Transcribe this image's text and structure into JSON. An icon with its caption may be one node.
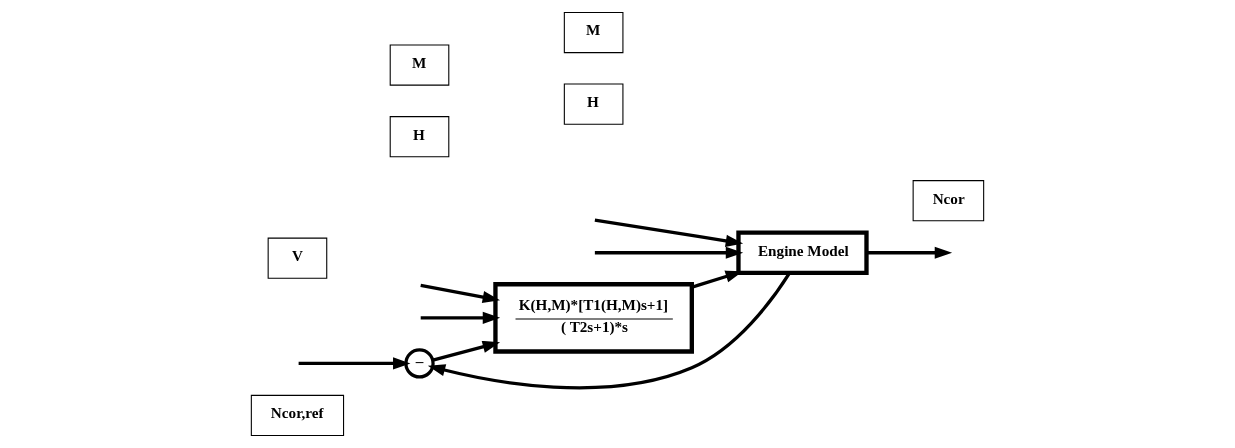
{
  "diagram": {
    "nodes": [
      {
        "text": [
          "Ncor,ref"
        ]
      },
      {
        "text": [
          "–"
        ]
      },
      {
        "text": [
          "H"
        ]
      },
      {
        "text": [
          "M"
        ]
      },
      {
        "text": [
          "K(H,M)*[T1(H,M)s+1]",
          "( T2s+1)*s"
        ]
      },
      {
        "text": [
          "V"
        ]
      },
      {
        "text": [
          "H"
        ]
      },
      {
        "text": [
          "M"
        ]
      },
      {
        "text": [
          "Engine Model"
        ]
      },
      {
        "text": [
          "Ncor"
        ]
      }
    ],
    "edges": [
      {
        "from": null,
        "to": 1,
        "arrow": "to"
      },
      {
        "from": 1,
        "to": 4,
        "arrow": "to"
      },
      {
        "from": null,
        "to": 4,
        "arrow": "to"
      },
      {
        "from": null,
        "to": 4,
        "arrow": "to"
      },
      {
        "from": 4,
        "to": 8,
        "arrow": "to"
      },
      {
        "from": null,
        "to": 8,
        "arrow": "to"
      },
      {
        "from": null,
        "to": 8,
        "arrow": "to"
      },
      {
        "from": 8,
        "to": null,
        "arrow": "to"
      },
      {
        "from": 8,
        "to": 1,
        "arrow": "to"
      }
    ]
  }
}
